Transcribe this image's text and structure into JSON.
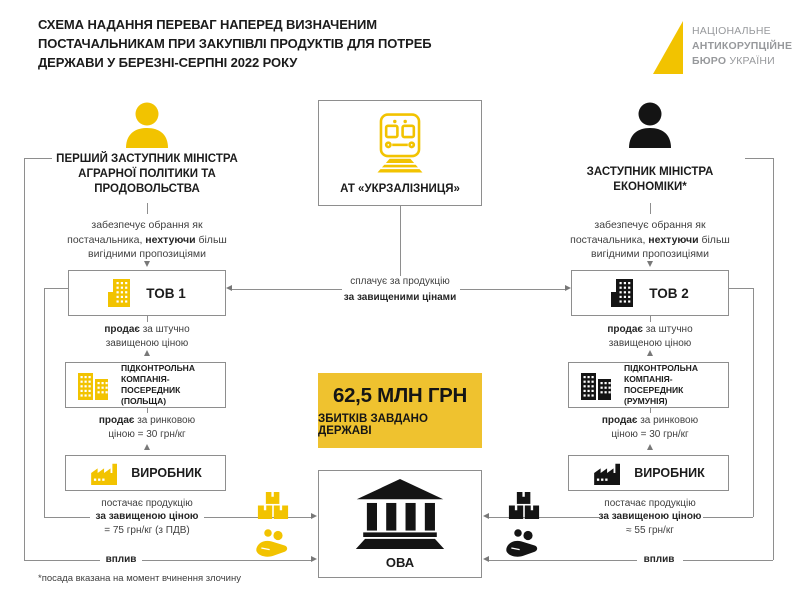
{
  "header": {
    "title": "СХЕМА НАДАННЯ ПЕРЕВАГ НАПЕРЕД ВИЗНАЧЕНИМ\nПОСТАЧАЛЬНИКАМ ПРИ ЗАКУПІВЛІ ПРОДУКТІВ ДЛЯ ПОТРЕБ\nДЕРЖАВИ У БЕРЕЗНІ-СЕРПНІ 2022 РОКУ",
    "logo": {
      "line1": "НАЦІОНАЛЬНЕ",
      "line2": "АНТИКОРУПЦІЙНЕ",
      "line3_bold": "БЮРО",
      "line3_regular": " УКРАЇНИ"
    }
  },
  "center": {
    "railway": "АТ «УКРЗАЛІЗНИЦЯ»",
    "pays_line1": "сплачує за продукцію",
    "pays_line2": "за завищеними цінами",
    "damage_amount": "62,5 МЛН ГРН",
    "damage_caption": "ЗБИТКІВ ЗАВДАНО ДЕРЖАВІ",
    "ova": "ОВА"
  },
  "left": {
    "official": "ПЕРШИЙ ЗАСТУПНИК МІНІСТРА\nАГРАРНОЇ ПОЛІТИКИ ТА\nПРОДОВОЛЬСТВА",
    "ensures_pre": "забезпечує обрання як\nпостачальника, ",
    "ensures_bold": "нехтуючи",
    "ensures_post": " більш\nвигідними пропозиціями",
    "tov": "ТОВ 1",
    "resells_bold": "продає",
    "resells_rest": " за штучно\nзавищеною ціною",
    "intermediary": "ПІДКОНТРОЛЬНА\nКОМПАНІЯ-ПОСЕРЕДНИК\n(ПОЛЬЩА)",
    "market_bold": "продає",
    "market_rest": " за ринковою\nціною = 30 грн/кг",
    "producer": "ВИРОБНИК",
    "supplies_line1": "постачає продукцію",
    "supplies_line2": "за завищеною ціною",
    "supplies_line3": "= 75 грн/кг (з ПДВ)",
    "influence": "вплив"
  },
  "right": {
    "official": "ЗАСТУПНИК МІНІСТРА\nЕКОНОМІКИ*",
    "ensures_pre": "забезпечує обрання як\nпостачальника, ",
    "ensures_bold": "нехтуючи",
    "ensures_post": " більш\nвигідними пропозиціями",
    "tov": "ТОВ 2",
    "resells_bold": "продає",
    "resells_rest": " за штучно\nзавищеною ціною",
    "intermediary": "ПІДКОНТРОЛЬНА\nКОМПАНІЯ-ПОСЕРЕДНИК\n(РУМУНІЯ)",
    "market_bold": "продає",
    "market_rest": " за ринковою\nціною = 30 грн/кг",
    "producer": "ВИРОБНИК",
    "supplies_line1": "постачає продукцію",
    "supplies_line2": "за завищеною ціною",
    "supplies_line3": "≈ 55 грн/кг",
    "influence": "вплив"
  },
  "footnote": "*посада вказана на момент вчинення злочину",
  "colors": {
    "brand_yellow": "#F2C300",
    "damage_box_yellow": "#EFC22F",
    "icon_black": "#141414",
    "line_gray": "#8E8E8E",
    "logo_gray": "#97999C"
  }
}
